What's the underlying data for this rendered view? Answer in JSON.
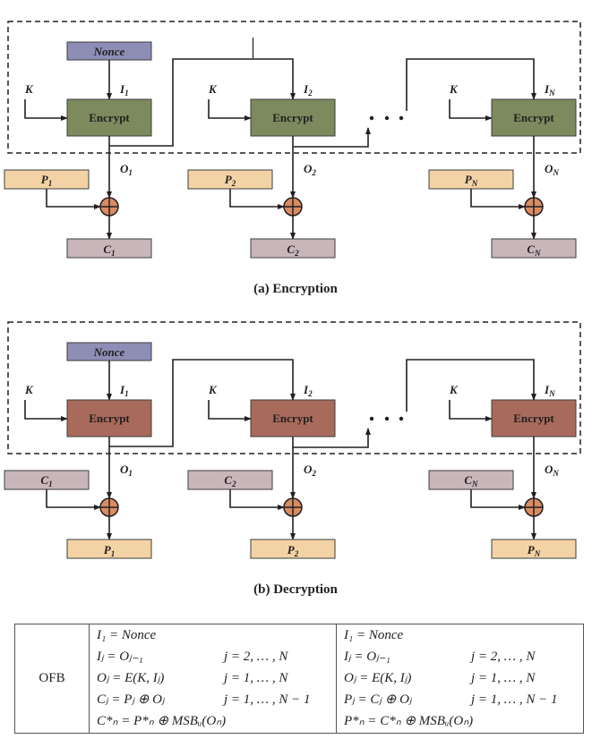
{
  "colors": {
    "nonce": "#8e8db5",
    "encrypt_enc": "#7c8a5e",
    "encrypt_dec": "#a86a5a",
    "plaintext": "#f3d3a5",
    "ciphertext": "#c8b6bb",
    "xor": "#d98b62",
    "line": "#231f20"
  },
  "encryption": {
    "caption": "(a) Encryption",
    "nonce_label": "Nonce",
    "key_label": "K",
    "ellipsis": "• • •",
    "stages": [
      {
        "input_label": "I",
        "input_sub": "1",
        "block_label": "Encrypt",
        "output_label": "O",
        "output_sub": "1",
        "in_box": "P",
        "in_sub": "1",
        "out_box": "C",
        "out_sub": "1"
      },
      {
        "input_label": "I",
        "input_sub": "2",
        "block_label": "Encrypt",
        "output_label": "O",
        "output_sub": "2",
        "in_box": "P",
        "in_sub": "2",
        "out_box": "C",
        "out_sub": "2"
      },
      {
        "input_label": "I",
        "input_sub": "N",
        "block_label": "Encrypt",
        "output_label": "O",
        "output_sub": "N",
        "in_box": "P",
        "in_sub": "N",
        "out_box": "C",
        "out_sub": "N"
      }
    ]
  },
  "decryption": {
    "caption": "(b) Decryption",
    "nonce_label": "Nonce",
    "key_label": "K",
    "ellipsis": "• • •",
    "stages": [
      {
        "input_label": "I",
        "input_sub": "1",
        "block_label": "Encrypt",
        "output_label": "O",
        "output_sub": "1",
        "in_box": "C",
        "in_sub": "1",
        "out_box": "P",
        "out_sub": "1"
      },
      {
        "input_label": "I",
        "input_sub": "2",
        "block_label": "Encrypt",
        "output_label": "O",
        "output_sub": "2",
        "in_box": "C",
        "in_sub": "2",
        "out_box": "P",
        "out_sub": "2"
      },
      {
        "input_label": "I",
        "input_sub": "N",
        "block_label": "Encrypt",
        "output_label": "O",
        "output_sub": "N",
        "in_box": "C",
        "in_sub": "N",
        "out_box": "P",
        "out_sub": "N"
      }
    ]
  },
  "table": {
    "mode": "OFB",
    "encryption_rows": [
      {
        "eq": "I₁ = Nonce",
        "range": ""
      },
      {
        "eq": "Iⱼ = Oⱼ₋₁",
        "range": "j = 2, … , N"
      },
      {
        "eq": "Oⱼ = E(K, Iⱼ)",
        "range": "j = 1, … , N"
      },
      {
        "eq": "Cⱼ = Pⱼ ⊕ Oⱼ",
        "range": "j = 1, … , N − 1"
      },
      {
        "eq": "C*ₙ = P*ₙ ⊕ MSBᵤ(Oₙ)",
        "range": ""
      }
    ],
    "decryption_rows": [
      {
        "eq": "I₁ = Nonce",
        "range": ""
      },
      {
        "eq": "Iⱼ = Oⱼ₋₁",
        "range": "j = 2, … , N"
      },
      {
        "eq": "Oⱼ = E(K, Iⱼ)",
        "range": "j = 1, … , N"
      },
      {
        "eq": "Pⱼ = Cⱼ ⊕ Oⱼ",
        "range": "j = 1, … , N − 1"
      },
      {
        "eq": "P*ₙ = C*ₙ ⊕ MSBᵤ(Oₙ)",
        "range": ""
      }
    ]
  }
}
